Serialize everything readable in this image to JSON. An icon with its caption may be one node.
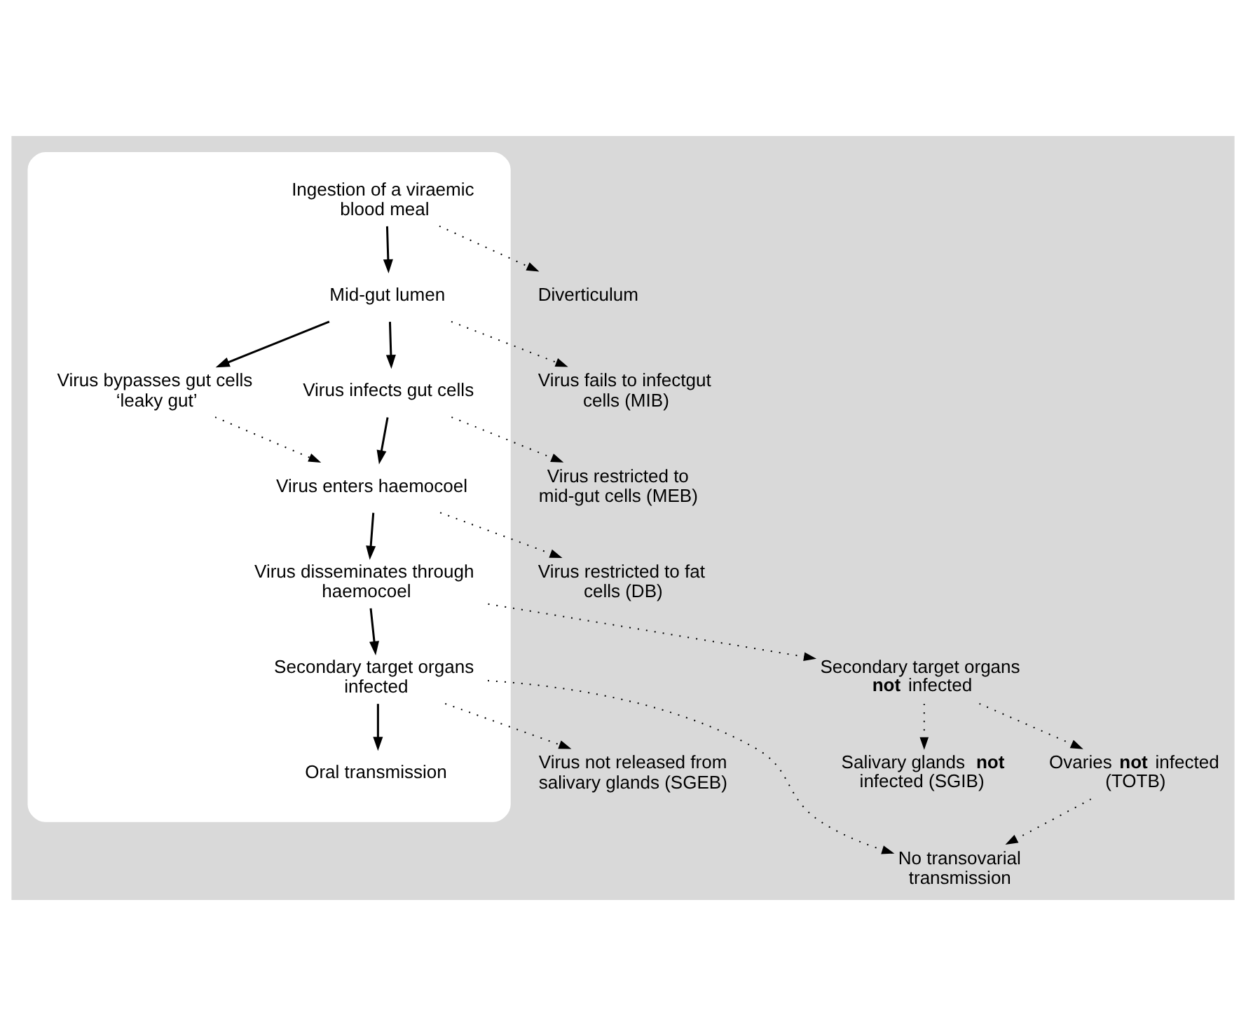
{
  "diagram": {
    "nodes": [
      {
        "text": [],
        "shape": "box"
      },
      {
        "text": [
          "Ingestion of a viraemic blood meal"
        ],
        "in": 0
      },
      {
        "text": [
          "Mid-gut lumen"
        ],
        "in": 0
      },
      {
        "text": [
          "Virus bypasses gut cells ‘leaky gut’"
        ],
        "in": 0
      },
      {
        "text": [
          "Virus infects gut cells"
        ],
        "in": 0
      },
      {
        "text": [
          "Virus enters haemocoel"
        ],
        "in": 0
      },
      {
        "text": [
          "Virus disseminates through haemocoel"
        ],
        "in": 0
      },
      {
        "text": [
          "Secondary target organs infected"
        ],
        "in": 0
      },
      {
        "text": [
          "Oral transmission"
        ],
        "in": 0
      },
      {
        "text": [
          "Diverticulum"
        ]
      },
      {
        "text": [
          "Virus fails to infectgut cells (MIB)"
        ]
      },
      {
        "text": [
          "Virus restricted to mid-gut cells (MEB)"
        ]
      },
      {
        "text": [
          "Virus restricted to fat cells (DB)"
        ]
      },
      {
        "text": [
          "Secondary target organs **not** infected"
        ]
      },
      {
        "text": [
          "Salivary glands **not** infected (SGIB)"
        ]
      },
      {
        "text": [
          "Ovaries **not** infected (TOTB)"
        ]
      },
      {
        "text": [
          "Virus not released from salivary glands (SGEB)"
        ]
      },
      {
        "text": [
          "No transovarial transmission"
        ]
      }
    ],
    "edges": [
      {
        "from": 1,
        "to": 2,
        "arrow": "to"
      },
      {
        "from": 2,
        "to": 3,
        "arrow": "to"
      },
      {
        "from": 2,
        "to": 4,
        "arrow": "to"
      },
      {
        "from": 3,
        "to": 5,
        "arrow": "to",
        "style": "dashed"
      },
      {
        "from": 4,
        "to": 5,
        "arrow": "to"
      },
      {
        "from": 5,
        "to": 6,
        "arrow": "to"
      },
      {
        "from": 6,
        "to": 7,
        "arrow": "to"
      },
      {
        "from": 7,
        "to": 8,
        "arrow": "to"
      },
      {
        "from": 1,
        "to": 9,
        "arrow": "to",
        "style": "dashed"
      },
      {
        "from": 2,
        "to": 10,
        "arrow": "to",
        "style": "dashed"
      },
      {
        "from": 4,
        "to": 11,
        "arrow": "to",
        "style": "dashed"
      },
      {
        "from": 5,
        "to": 12,
        "arrow": "to",
        "style": "dashed"
      },
      {
        "from": 6,
        "to": 13,
        "arrow": "to",
        "style": "dashed"
      },
      {
        "from": 13,
        "to": 14,
        "arrow": "to",
        "style": "dashed"
      },
      {
        "from": 13,
        "to": 15,
        "arrow": "to",
        "style": "dashed"
      },
      {
        "from": 7,
        "to": 16,
        "arrow": "to",
        "style": "dashed"
      },
      {
        "from": 7,
        "to": 17,
        "arrow": "to",
        "style": "dashed"
      },
      {
        "from": 15,
        "to": 17,
        "arrow": "to",
        "style": "dashed"
      }
    ]
  }
}
